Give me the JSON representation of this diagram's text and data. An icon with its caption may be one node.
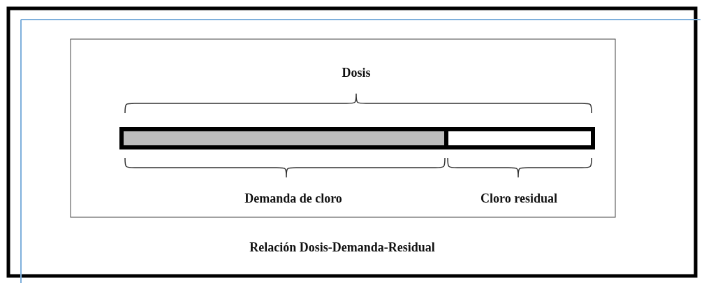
{
  "diagram": {
    "caption": "Relación Dosis-Demanda-Residual",
    "labels": [
      "Dosis",
      "Demanda de cloro",
      "Cloro residual"
    ]
  }
}
